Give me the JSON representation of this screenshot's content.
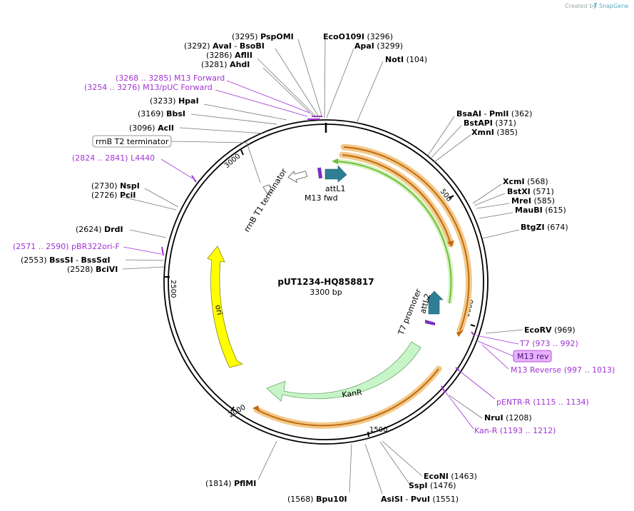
{
  "credit": {
    "created_by": "Created by",
    "brand": "SnapGene"
  },
  "plasmid": {
    "name": "pUT1234-HQ858817",
    "size_label": "3300 bp"
  },
  "ticks": [
    "500",
    "1000",
    "1500",
    "2000",
    "2500",
    "3000"
  ],
  "sites_left": [
    {
      "pos": "(3295)",
      "name": "PspOMI"
    },
    {
      "pos": "(3292)",
      "name": "AvaI",
      "name2": "BsoBI"
    },
    {
      "pos": "(3286)",
      "name": "AflII"
    },
    {
      "pos": "(3281)",
      "name": "AhdI"
    },
    {
      "pos": "(3233)",
      "name": "HpaI"
    },
    {
      "pos": "(3169)",
      "name": "BbsI"
    },
    {
      "pos": "(3096)",
      "name": "AclI"
    },
    {
      "pos": "(2730)",
      "name": "NspI"
    },
    {
      "pos": "(2726)",
      "name": "PciI"
    },
    {
      "pos": "(2624)",
      "name": "DrdI"
    },
    {
      "pos": "(2553)",
      "name": "BssSI",
      "name2": "BssSαI"
    },
    {
      "pos": "(2528)",
      "name": "BciVI"
    },
    {
      "pos": "(1814)",
      "name": "PflMI"
    },
    {
      "pos": "(1568)",
      "name": "Bpu10I"
    }
  ],
  "sites_right": [
    {
      "name": "EcoO109I",
      "pos": "(3296)"
    },
    {
      "name": "ApaI",
      "pos": "(3299)"
    },
    {
      "name": "NotI",
      "pos": "(104)"
    },
    {
      "name": "BsaAI",
      "name2": "PmlI",
      "pos": "(362)"
    },
    {
      "name": "BstAPI",
      "pos": "(371)"
    },
    {
      "name": "XmnI",
      "pos": "(385)"
    },
    {
      "name": "XcmI",
      "pos": "(568)"
    },
    {
      "name": "BstXI",
      "pos": "(571)"
    },
    {
      "name": "MreI",
      "pos": "(585)"
    },
    {
      "name": "MauBI",
      "pos": "(615)"
    },
    {
      "name": "BtgZI",
      "pos": "(674)"
    },
    {
      "name": "EcoRV",
      "pos": "(969)"
    },
    {
      "name": "NruI",
      "pos": "(1208)"
    },
    {
      "name": "EcoNI",
      "pos": "(1463)"
    },
    {
      "name": "SspI",
      "pos": "(1476)"
    },
    {
      "name": "AsiSI",
      "name2": "PvuI",
      "pos": "(1551)"
    }
  ],
  "primers": [
    {
      "range": "(3268 .. 3285)",
      "name": "M13 Forward"
    },
    {
      "range": "(3254 .. 3276)",
      "name": "M13/pUC Forward"
    },
    {
      "range": "(2824 .. 2841)",
      "name": "L4440"
    },
    {
      "range": "(2571 .. 2590)",
      "name": "pBR322ori-F"
    },
    {
      "name": "T7",
      "range": "(973 .. 992)"
    },
    {
      "name": "M13 rev"
    },
    {
      "name": "M13 Reverse",
      "range": "(997 .. 1013)"
    },
    {
      "name": "pENTR-R",
      "range": "(1115 .. 1134)"
    },
    {
      "name": "Kan-R",
      "range": "(1193 .. 1212)"
    }
  ],
  "boxed_label": "rrnB T2 terminator",
  "features": {
    "rrnb_t1": "rrnB T1 terminator",
    "attl1": "attL1",
    "m13fwd": "M13 fwd",
    "ori": "ori",
    "kanr": "KanR",
    "t7_promoter": "T7 promoter",
    "attl2": "attL2"
  },
  "colors": {
    "ori": "#ffff00",
    "kanr": "#c8f5c8",
    "att": "#2e7f95",
    "orf_band": "#f2c98a",
    "orf_line": "#c26a0f",
    "orf_green": "#6fbf3f",
    "primer": "#a133d4",
    "backbone": "#000000"
  }
}
